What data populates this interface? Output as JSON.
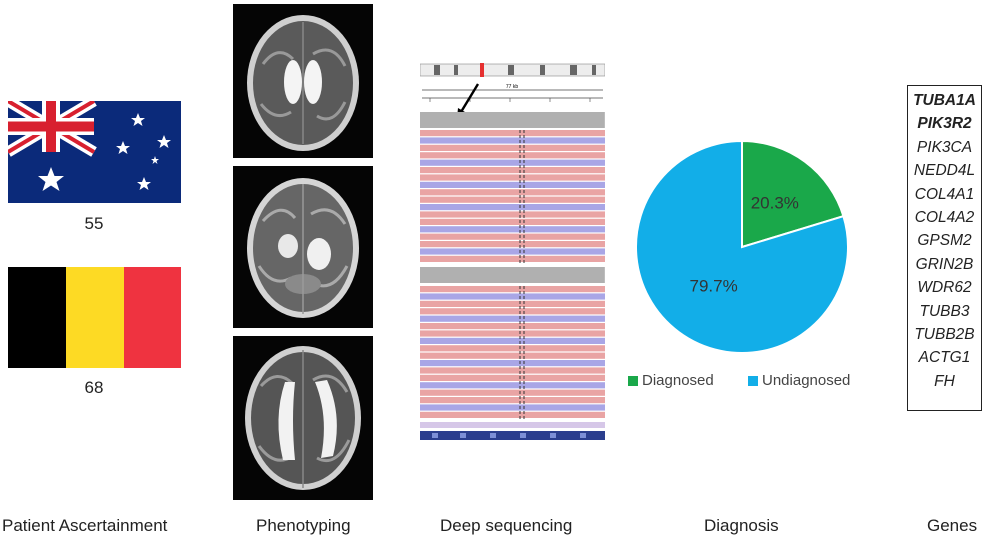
{
  "ascertainment": {
    "caption": "Patient Ascertainment",
    "countries": [
      {
        "flag": "australia-flag",
        "count": "55"
      },
      {
        "flag": "belgium-flag",
        "count": "68"
      }
    ]
  },
  "phenotyping": {
    "caption": "Phenotyping"
  },
  "sequencing": {
    "caption": "Deep sequencing",
    "scale_label": "77 kb"
  },
  "diagnosis": {
    "caption": "Diagnosis",
    "colors": {
      "diagnosed": "#1aa84a",
      "undiagnosed": "#12aee8"
    }
  },
  "chart_data": {
    "type": "pie",
    "slices": [
      {
        "label": "Diagnosed",
        "value": 20.3,
        "display": "20.3%",
        "color": "#1aa84a"
      },
      {
        "label": "Undiagnosed",
        "value": 79.7,
        "display": "79.7%",
        "color": "#12aee8"
      }
    ],
    "legend": [
      "Diagnosed",
      "Undiagnosed"
    ],
    "legend_position": "bottom"
  },
  "genes": {
    "caption": "Genes",
    "list": [
      {
        "name": "TUBA1A",
        "bold": true
      },
      {
        "name": "PIK3R2",
        "bold": true
      },
      {
        "name": "PIK3CA",
        "bold": false
      },
      {
        "name": "NEDD4L",
        "bold": false
      },
      {
        "name": "COL4A1",
        "bold": false
      },
      {
        "name": "COL4A2",
        "bold": false
      },
      {
        "name": "GPSM2",
        "bold": false
      },
      {
        "name": "GRIN2B",
        "bold": false
      },
      {
        "name": "WDR62",
        "bold": false
      },
      {
        "name": "TUBB3",
        "bold": false
      },
      {
        "name": "TUBB2B",
        "bold": false
      },
      {
        "name": "ACTG1",
        "bold": false
      },
      {
        "name": "FH",
        "bold": false
      }
    ]
  }
}
